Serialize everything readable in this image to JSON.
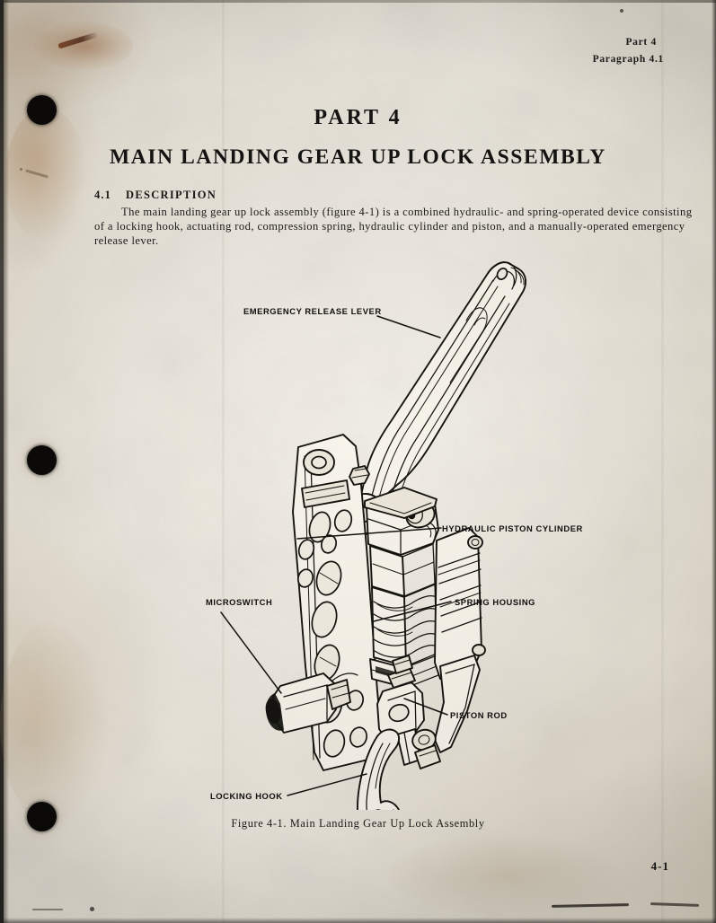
{
  "document": {
    "header": {
      "part_line": "Part 4",
      "paragraph_line": "Paragraph 4.1"
    },
    "part_title": "PART 4",
    "title": "MAIN LANDING GEAR UP LOCK ASSEMBLY",
    "section": {
      "number": "4.1",
      "heading": "DESCRIPTION",
      "body": "The main landing gear up lock assembly (figure 4-1) is a combined hydraulic- and spring-operated device consisting of a locking hook, actuating rod, compression spring, hydraulic cylinder and piston, and a manually-operated emergency release lever."
    },
    "figure": {
      "caption": "Figure 4-1.  Main Landing Gear Up Lock Assembly",
      "callouts": [
        {
          "id": "emergency-release-lever",
          "label": "EMERGENCY RELEASE LEVER"
        },
        {
          "id": "hydraulic-piston-cylinder",
          "label": "HYDRAULIC PISTON CYLINDER"
        },
        {
          "id": "microswitch",
          "label": "MICROSWITCH"
        },
        {
          "id": "spring-housing",
          "label": "SPRING HOUSING"
        },
        {
          "id": "piston-rod",
          "label": "PISTON ROD"
        },
        {
          "id": "locking-hook",
          "label": "LOCKING HOOK"
        }
      ]
    },
    "page_number": "4-1",
    "colors": {
      "paper": "#efeadf",
      "ink": "#141312",
      "punch_hole": "#0b0a09",
      "stain": "#b08458"
    }
  }
}
